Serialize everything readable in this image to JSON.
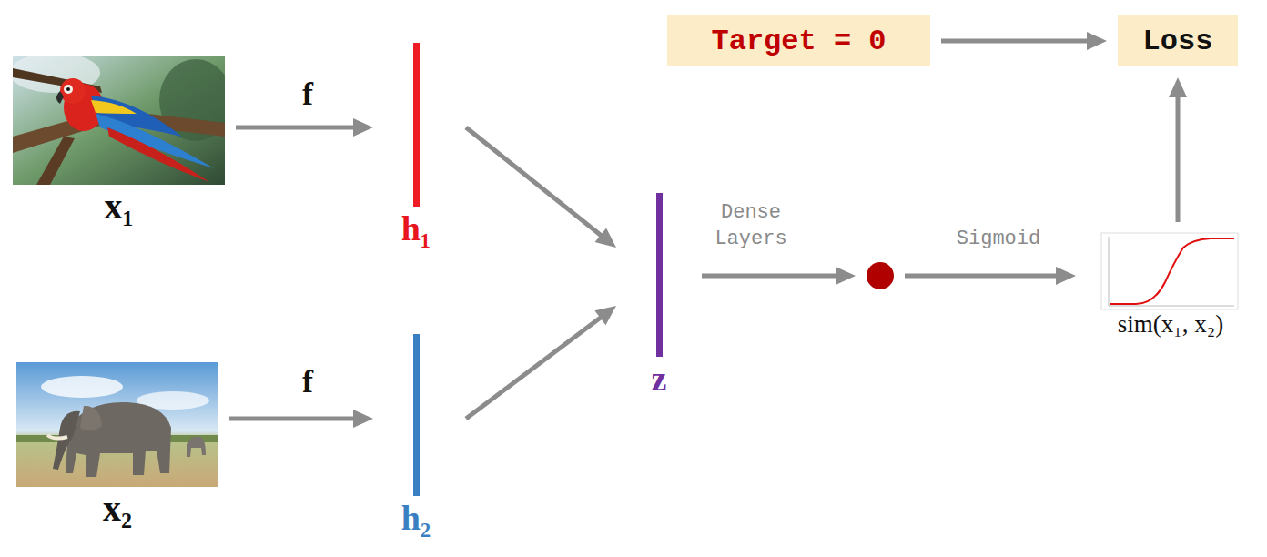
{
  "diagram": {
    "nodes": [
      {
        "text": [
          "Target = 0"
        ]
      },
      {
        "text": [
          "Loss"
        ]
      },
      {
        "text": [
          "x₁"
        ]
      },
      {
        "text": [
          "h₁"
        ]
      },
      {
        "text": [
          "z"
        ]
      },
      {
        "text": []
      },
      {
        "text": [
          "sim(x₁, x₂)"
        ]
      },
      {
        "text": [
          "x₂"
        ]
      },
      {
        "text": [
          "h₂"
        ]
      }
    ],
    "edges": [
      {
        "from": 0,
        "to": 1,
        "arrow": "to"
      },
      {
        "from": 6,
        "to": 1,
        "arrow": "to"
      },
      {
        "from": 2,
        "to": 3,
        "label": "f",
        "arrow": "to"
      },
      {
        "from": 3,
        "to": 4,
        "arrow": "to"
      },
      {
        "from": 8,
        "to": 4,
        "arrow": "to"
      },
      {
        "from": 4,
        "to": 5,
        "label": "Dense Layers",
        "arrow": "to"
      },
      {
        "from": 5,
        "to": 6,
        "label": "Sigmoid",
        "arrow": "to"
      },
      {
        "from": 7,
        "to": 8,
        "label": "f",
        "arrow": "to"
      }
    ]
  }
}
